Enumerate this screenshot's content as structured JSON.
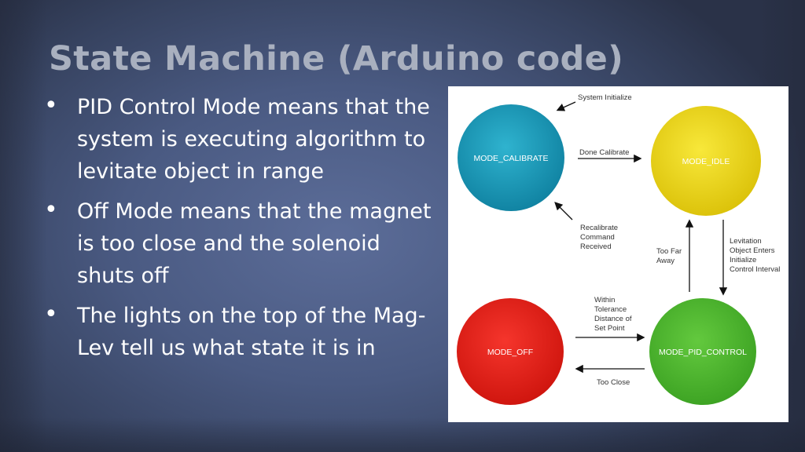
{
  "slide": {
    "title": "State Machine (Arduino code)",
    "bullets": [
      "PID Control Mode means that the system is executing algorithm to levitate object in range",
      "Off Mode means that the magnet is too close and the solenoid shuts off",
      "The lights on the top of the Mag-Lev tell us what state it is in"
    ]
  },
  "diagram": {
    "states": [
      {
        "label": "MODE_CALIBRATE",
        "color": "#1a9ab8"
      },
      {
        "label": "MODE_IDLE",
        "color": "#f2dc16"
      },
      {
        "label": "MODE_OFF",
        "color": "#e8211a"
      },
      {
        "label": "MODE_PID_CONTROL",
        "color": "#4db82c"
      }
    ],
    "transitions": {
      "system_initialize": [
        "System Initialize"
      ],
      "done_calibrate": [
        "Done Calibrate"
      ],
      "recalibrate": [
        "Recalibrate",
        "Command",
        "Received"
      ],
      "too_far_away": [
        "Too Far",
        "Away"
      ],
      "levitation": [
        "Levitation",
        "Object Enters",
        "Initialize",
        "Control Interval"
      ],
      "within_tolerance": [
        "Within",
        "Tolerance",
        "Distance of",
        "Set Point"
      ],
      "too_close": [
        "Too Close"
      ]
    }
  }
}
